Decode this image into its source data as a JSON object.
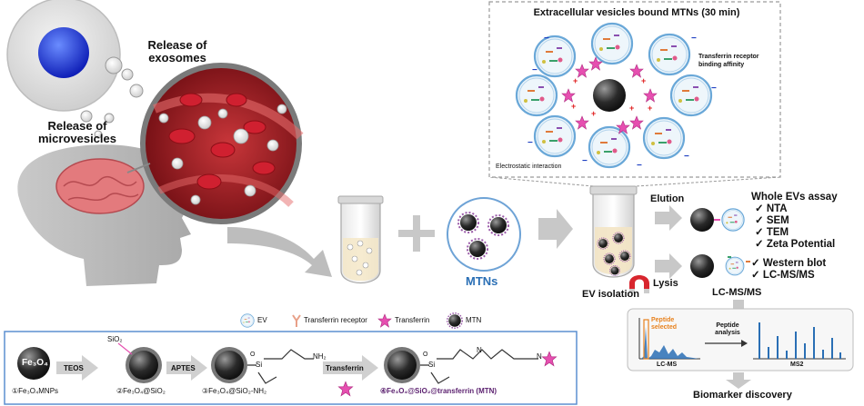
{
  "labels": {
    "release_exosomes": "Release of exosomes",
    "release_microvesicles": "Release of microvesicles",
    "ev_panel_title": "Extracellular vesicles bound MTNs (30 min)",
    "transferrin_binding": "Transferrin receptor binding affinity",
    "electrostatic": "Electrostatic interaction",
    "mtns": "MTNs",
    "ev_isolation": "EV isolation",
    "elution": "Elution",
    "lysis": "Lysis",
    "lcmsms_caption": "LC-MS/MS",
    "peptide_selected": "Peptide selected",
    "peptide_analysis": "Peptide analysis",
    "lcms": "LC-MS",
    "ms2": "MS2",
    "biomarker": "Biomarker discovery"
  },
  "whole_ev_assay": {
    "title": "Whole EVs assay",
    "items": [
      "✓ NTA",
      "✓ SEM",
      "✓ TEM",
      "✓ Zeta Potential"
    ]
  },
  "lysis_assay": {
    "items": [
      "✓ Western blot",
      "✓ LC-MS/MS"
    ]
  },
  "legend": [
    {
      "label": "EV"
    },
    {
      "label": "Transferrin receptor"
    },
    {
      "label": "Transferrin"
    },
    {
      "label": "MTN"
    }
  ],
  "synthesis": {
    "core_label": "Fe₃O₄",
    "sio2_label": "SiO₂",
    "step1_caption": "①Fe₃O₄MNPs",
    "step2_caption": "②Fe₃O₄@SiO₂",
    "step3_caption": "③Fe₃O₄@SiO₂-NH₂",
    "step4_caption": "④Fe₃O₄@SiO₂@transferrin (MTN)",
    "reagent_teos": "TEOS",
    "reagent_aptes": "APTES",
    "reagent_transferrin": "Transferrin",
    "nh2": "NH₂",
    "si": "Si",
    "o": "O",
    "n": "N"
  },
  "colors": {
    "blood_red": "#c8202a",
    "magnet_red": "#d8262e",
    "mtn_purple": "#5a1f6e",
    "transferrin_pink": "#e64fb0",
    "box_blue": "#5c8fd0",
    "lcms_blue": "#2a6fb5",
    "peptide_orange": "#e8821e",
    "arrow_gray": "#bdbdbd"
  }
}
